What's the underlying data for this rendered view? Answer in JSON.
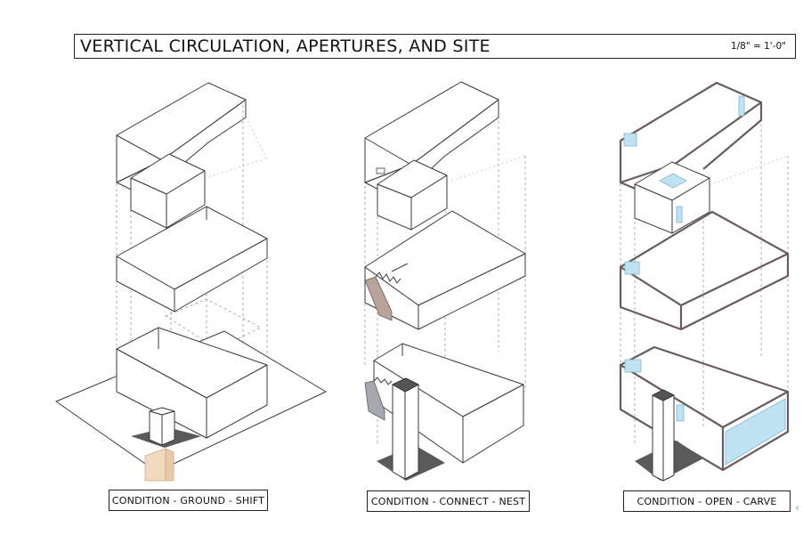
{
  "title": "VERTICAL CIRCULATION, APERTURES, AND SITE",
  "scale": "1/8\" = 1'-0\"",
  "captions": [
    "CONDITION - GROUND - SHIFT",
    "CONDITION - CONNECT - NEST",
    "CONDITION  - OPEN - CARVE"
  ],
  "colors": {
    "line": "#3a3a3a",
    "hidden": "#9a9a9a",
    "ground_shadow": "#5a5a5a",
    "column_wood": "#f3d9bd",
    "stair": "#b7a39a",
    "glass": "#bfe3f2"
  }
}
